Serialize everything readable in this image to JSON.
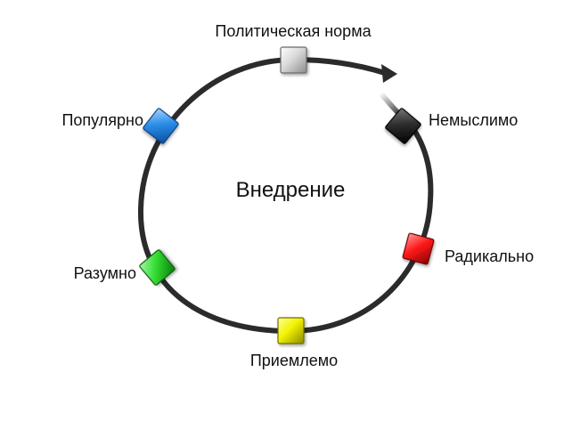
{
  "title": "Внедрение",
  "stages": [
    {
      "label": "Политическая норма",
      "color": "#d9d9d9",
      "color_dark": "#8c8c8c"
    },
    {
      "label": "Немыслимо",
      "color": "#2e2e2e",
      "color_dark": "#000000"
    },
    {
      "label": "Радикально",
      "color": "#ff1a1a",
      "color_dark": "#8a0000"
    },
    {
      "label": "Приемлемо",
      "color": "#f2f200",
      "color_dark": "#8a8a00"
    },
    {
      "label": "Разумно",
      "color": "#33dd33",
      "color_dark": "#0b7a0b"
    },
    {
      "label": "Популярно",
      "color": "#2a8ee8",
      "color_dark": "#0b4d9e"
    }
  ],
  "ring_color": "#2b2b2b"
}
